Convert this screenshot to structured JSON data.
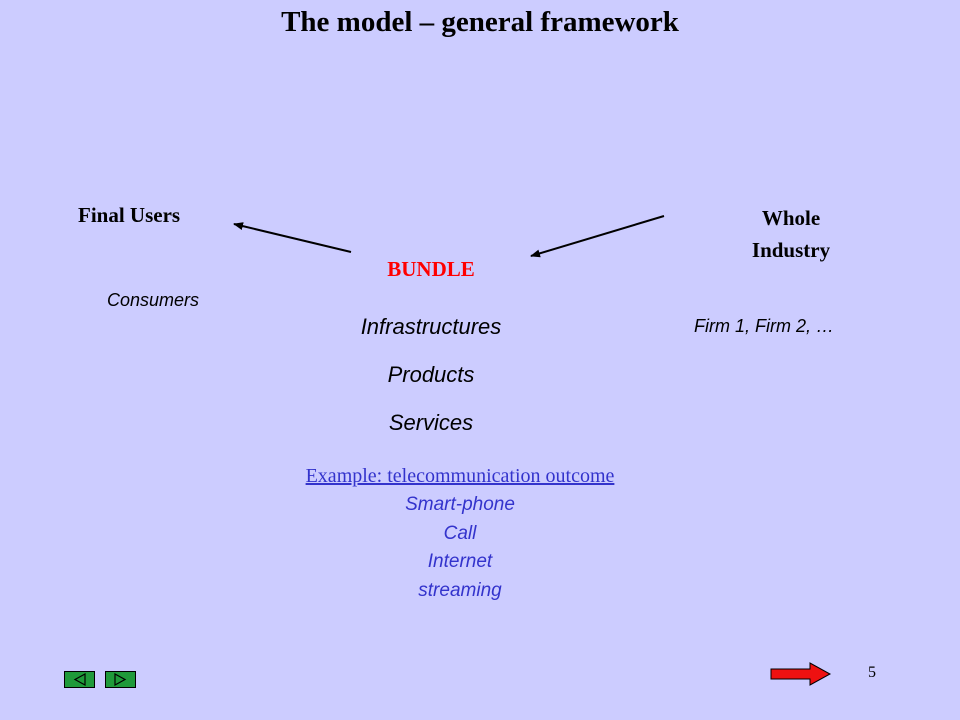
{
  "slide": {
    "title": "The model – general framework",
    "page_number": "5"
  },
  "nodes": {
    "final_users": "Final Users",
    "whole_industry_line1": "Whole",
    "whole_industry_line2": "Industry",
    "bundle": "BUNDLE",
    "consumers": "Consumers",
    "firms": "Firm 1, Firm 2, …"
  },
  "bundle_items": [
    "Infrastructures",
    "Products",
    "Services"
  ],
  "example": {
    "heading": "Example: telecommunication outcome",
    "items": [
      "Smart-phone",
      "Call",
      "Internet",
      "streaming"
    ]
  },
  "colors": {
    "background": "#ccccff",
    "bundle_text": "#ff0000",
    "example_text": "#3333cc",
    "nav_button": "#1f9a3a",
    "next_arrow": "#ee1111"
  },
  "icons": {
    "prev": "triangle-left-icon",
    "next": "triangle-right-icon",
    "forward": "red-arrow-right-icon"
  }
}
